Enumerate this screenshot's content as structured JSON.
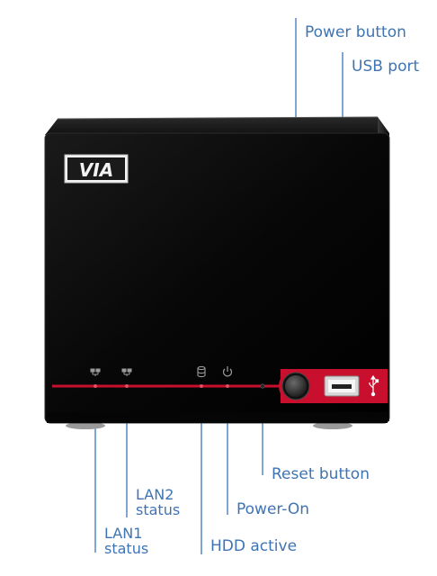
{
  "brand": {
    "logo_text": "VIA"
  },
  "callouts": {
    "power_button": "Power button",
    "usb_port": "USB port",
    "reset_button": "Reset button",
    "lan2_status_line1": "LAN2",
    "lan2_status_line2": "status",
    "power_on": "Power-On",
    "lan1_status_line1": "LAN1",
    "lan1_status_line2": "status",
    "hdd_active": "HDD active"
  },
  "icons": {
    "lan1": "network-icon",
    "lan2": "network-icon",
    "hdd": "database-icon",
    "power_led": "power-icon",
    "usb_symbol": "usb-icon"
  },
  "colors": {
    "chassis": "#0b0b0b",
    "accent_red": "#c8102e",
    "callout_blue": "#3f74b3"
  }
}
